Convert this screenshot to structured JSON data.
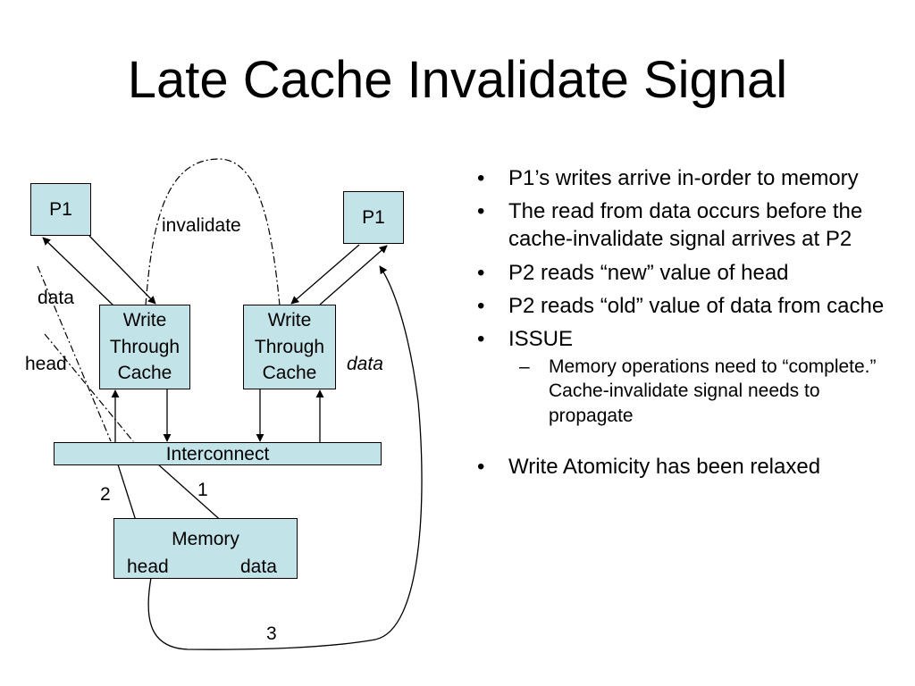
{
  "title": "Late Cache Invalidate Signal",
  "colors": {
    "box_fill": "#C2E3E8",
    "stroke": "#000000",
    "background": "#FFFFFF"
  },
  "diagram": {
    "p1_left": "P1",
    "p1_right": "P1",
    "cache_left": "Write Through Cache",
    "cache_right": "Write Through Cache",
    "interconnect": "Interconnect",
    "memory": {
      "title": "Memory",
      "head": "head",
      "data": "data"
    },
    "labels": {
      "invalidate": "invalidate",
      "data_left": "data",
      "head_left": "head",
      "data_right": "data",
      "step1": "1",
      "step2": "2",
      "step3": "3"
    }
  },
  "bullets": [
    {
      "mark": "•",
      "text": "P1’s writes arrive in-order to memory"
    },
    {
      "mark": "•",
      "text": "The read from data occurs before the cache-invalidate signal arrives at P2"
    },
    {
      "mark": "•",
      "text": "P2 reads “new” value of head"
    },
    {
      "mark": "•",
      "text": "P2 reads “old” value of data from cache"
    },
    {
      "mark": "•",
      "text": "ISSUE",
      "sub": {
        "mark": "–",
        "text": "Memory operations need to “complete.”  Cache-invalidate signal needs to propagate"
      }
    },
    {
      "mark": "•",
      "text": "Write Atomicity has been relaxed"
    }
  ]
}
